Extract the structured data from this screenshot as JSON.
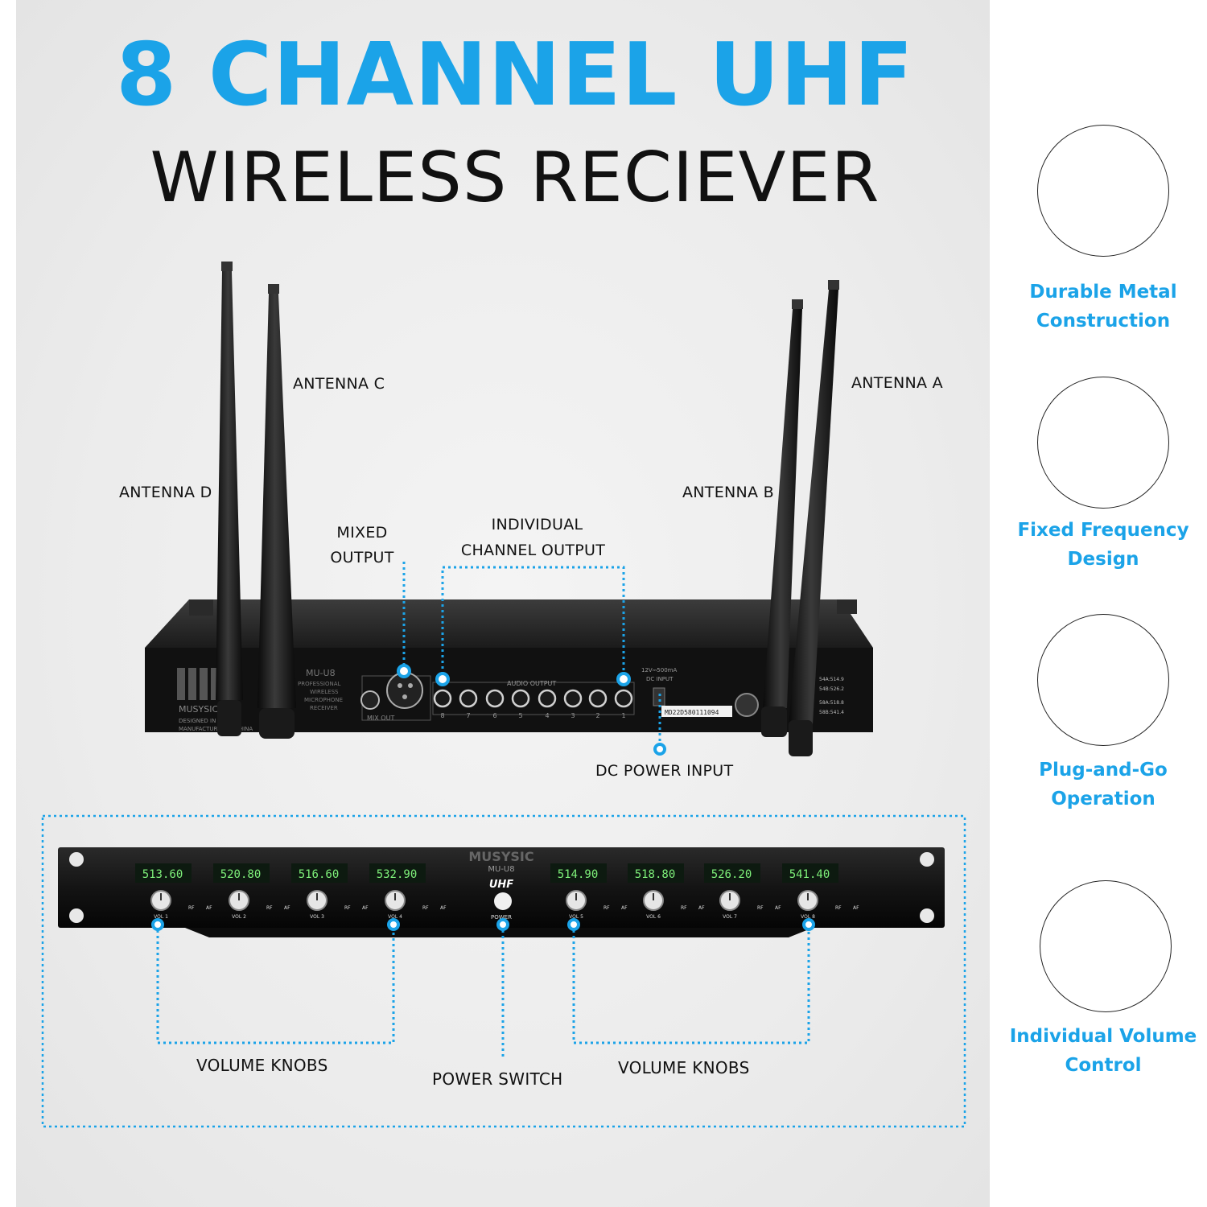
{
  "title": {
    "line1": "8 CHANNEL UHF",
    "line2": "WIRELESS RECIEVER"
  },
  "colors": {
    "accent": "#1ba3e8",
    "text": "#111111"
  },
  "rear_labels": {
    "antenna_c": "ANTENNA C",
    "antenna_d": "ANTENNA D",
    "antenna_a": "ANTENNA A",
    "antenna_b": "ANTENNA B",
    "mixed_output": [
      "MIXED",
      "OUTPUT"
    ],
    "individual_output": [
      "INDIVIDUAL",
      "CHANNEL OUTPUT"
    ],
    "dc_power": "DC POWER INPUT"
  },
  "rear_panel": {
    "model": "MU-U8",
    "desc": [
      "PROFESSIONAL",
      "WIRELESS",
      "MICROPHONE",
      "RECEIVER"
    ],
    "brand": "MUSYSIC",
    "designed": "DESIGNED IN",
    "manufactured": "MANUFACTURED IN CHINA",
    "mix_out": "MIX OUT",
    "audio_output": "AUDIO OUTPUT",
    "jack_numbers": [
      "8",
      "7",
      "6",
      "5",
      "4",
      "3",
      "2",
      "1"
    ],
    "dc_spec": [
      "12V⎓500mA",
      "DC INPUT"
    ],
    "serial": "MD22D580111094",
    "freq_codes": [
      "54A:514.9",
      "54B:526.2",
      "58A:518.8",
      "58B:541.4"
    ]
  },
  "front_labels": {
    "volume_knobs_left": "VOLUME KNOBS",
    "power_switch": "POWER SWITCH",
    "volume_knobs_right": "VOLUME KNOBS"
  },
  "front_panel": {
    "brand": "MUSYSIC",
    "model": "MU-U8",
    "uhf": "UHF",
    "power": "POWER",
    "rf": "RF",
    "af": "AF",
    "channels": [
      {
        "freq": "513.60",
        "vol": "VOL 1"
      },
      {
        "freq": "520.80",
        "vol": "VOL 2"
      },
      {
        "freq": "516.60",
        "vol": "VOL 3"
      },
      {
        "freq": "532.90",
        "vol": "VOL 4"
      },
      {
        "freq": "514.90",
        "vol": "VOL 5"
      },
      {
        "freq": "518.80",
        "vol": "VOL 6"
      },
      {
        "freq": "526.20",
        "vol": "VOL 7"
      },
      {
        "freq": "541.40",
        "vol": "VOL 8"
      }
    ]
  },
  "features": [
    {
      "icon": "metal-beam-icon",
      "line1": "Durable Metal",
      "line2": "Construction"
    },
    {
      "icon": "antenna-icon",
      "line1": "Fixed Frequency",
      "line2": "Design"
    },
    {
      "icon": "plug-icon",
      "line1": "Plug-and-Go",
      "line2": "Operation"
    },
    {
      "icon": "speaker-volume-icon",
      "line1": "Individual Volume",
      "line2": "Control"
    }
  ]
}
